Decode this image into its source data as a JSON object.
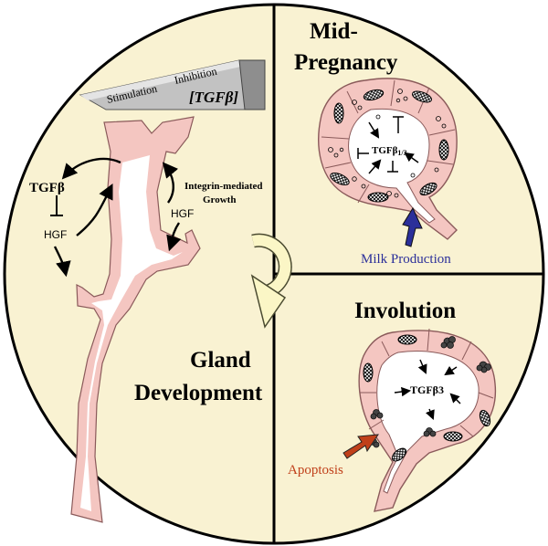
{
  "quadrants": {
    "development": {
      "title_line1": "Gland",
      "title_line2": "Development",
      "wedge_stimulation": "Stimulation",
      "wedge_inhibition": "Inhibition",
      "wedge_factor": "[TGFβ]",
      "tgfb_label": "TGFβ",
      "hgf_left": "HGF",
      "hgf_right": "HGF",
      "integrin_line1": "Integrin-mediated",
      "integrin_line2": "Growth"
    },
    "mid_pregnancy": {
      "title_line1": "Mid-",
      "title_line2": "Pregnancy",
      "factor_main": "TGFβ",
      "factor_sub": "1/3",
      "process_label": "Milk Production",
      "process_color": "#2b2f9a"
    },
    "involution": {
      "title": "Involution",
      "factor": "TGFβ3",
      "process_label": "Apoptosis",
      "process_color": "#c0401a"
    }
  },
  "colors": {
    "background_disc": "#f9f2d2",
    "tissue_pink": "#f4c6c1",
    "tissue_outline": "#8a5a5a",
    "cycle_arrow": "#fbf6c6"
  }
}
